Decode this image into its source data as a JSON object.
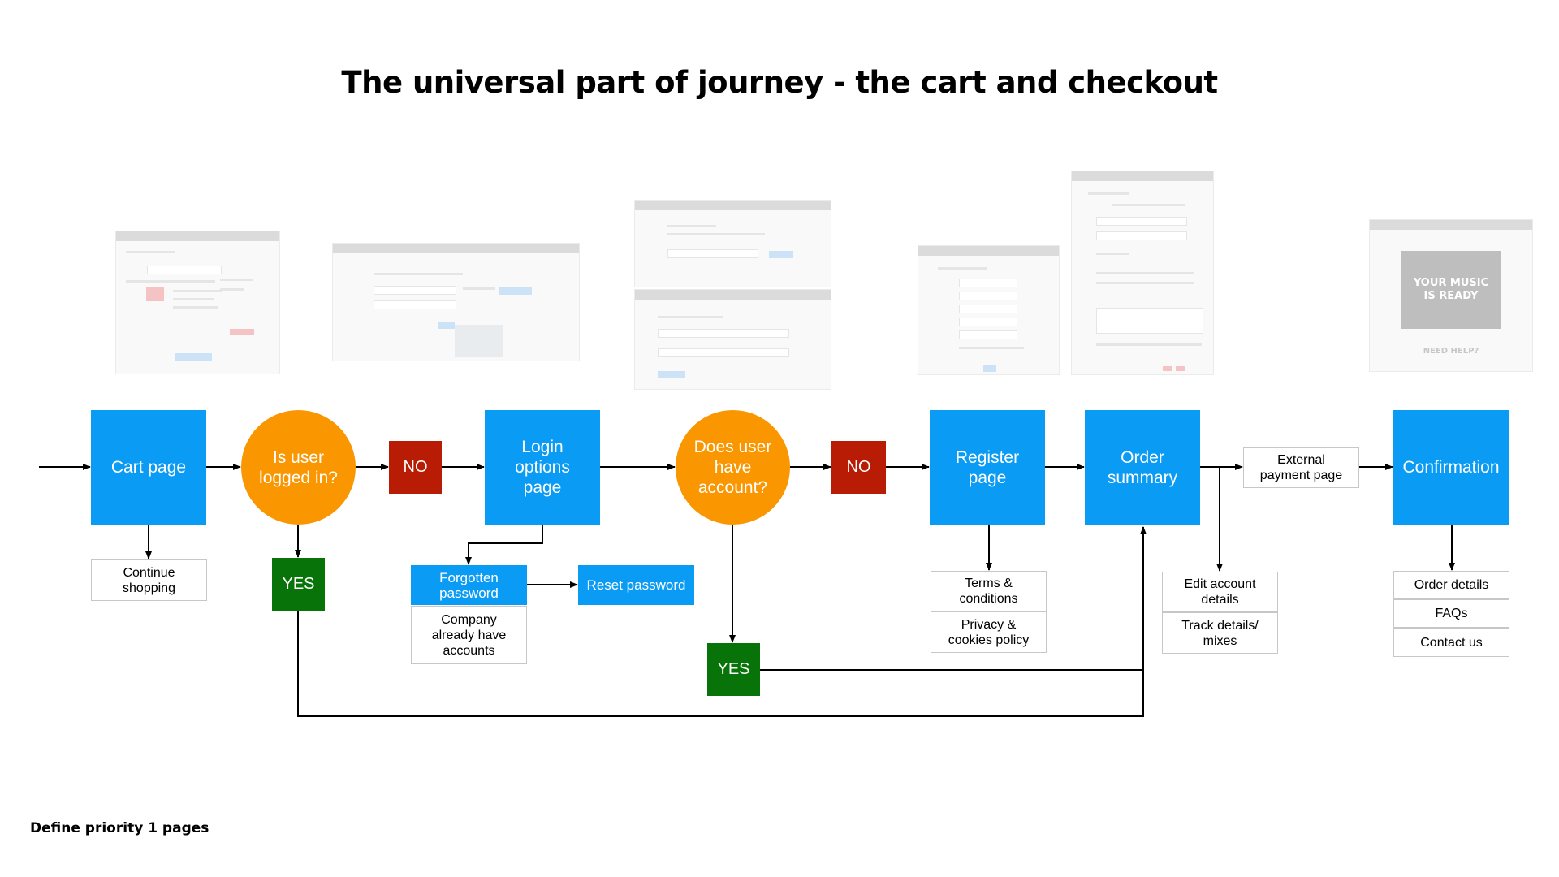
{
  "title": "The universal part of journey - the cart and checkout",
  "footnote": "Define priority 1 pages",
  "nodes": {
    "cart_page": "Cart page",
    "is_logged_in": "Is user logged in?",
    "no_1": "NO",
    "yes_1": "YES",
    "continue_shopping": "Continue shopping",
    "login_options": "Login options page",
    "forgotten_password": "Forgotten password",
    "company_accounts": "Company already have accounts",
    "reset_password": "Reset password",
    "has_account": "Does user have account?",
    "no_2": "NO",
    "yes_2": "YES",
    "register_page": "Register page",
    "terms": "Terms & conditions",
    "privacy": "Privacy & cookies policy",
    "order_summary": "Order summary",
    "edit_account": "Edit account details",
    "track_details": "Track details/ mixes",
    "external_payment": "External payment page",
    "confirmation": "Confirmation",
    "order_details": "Order details",
    "faqs": "FAQs",
    "contact_us": "Contact us"
  },
  "thumbnails": {
    "confirmation_banner": "YOUR MUSIC IS READY",
    "need_help": "NEED HELP?"
  },
  "colors": {
    "process": "#0a9bf5",
    "decision": "#fa9600",
    "no": "#b91c05",
    "yes": "#087308"
  }
}
